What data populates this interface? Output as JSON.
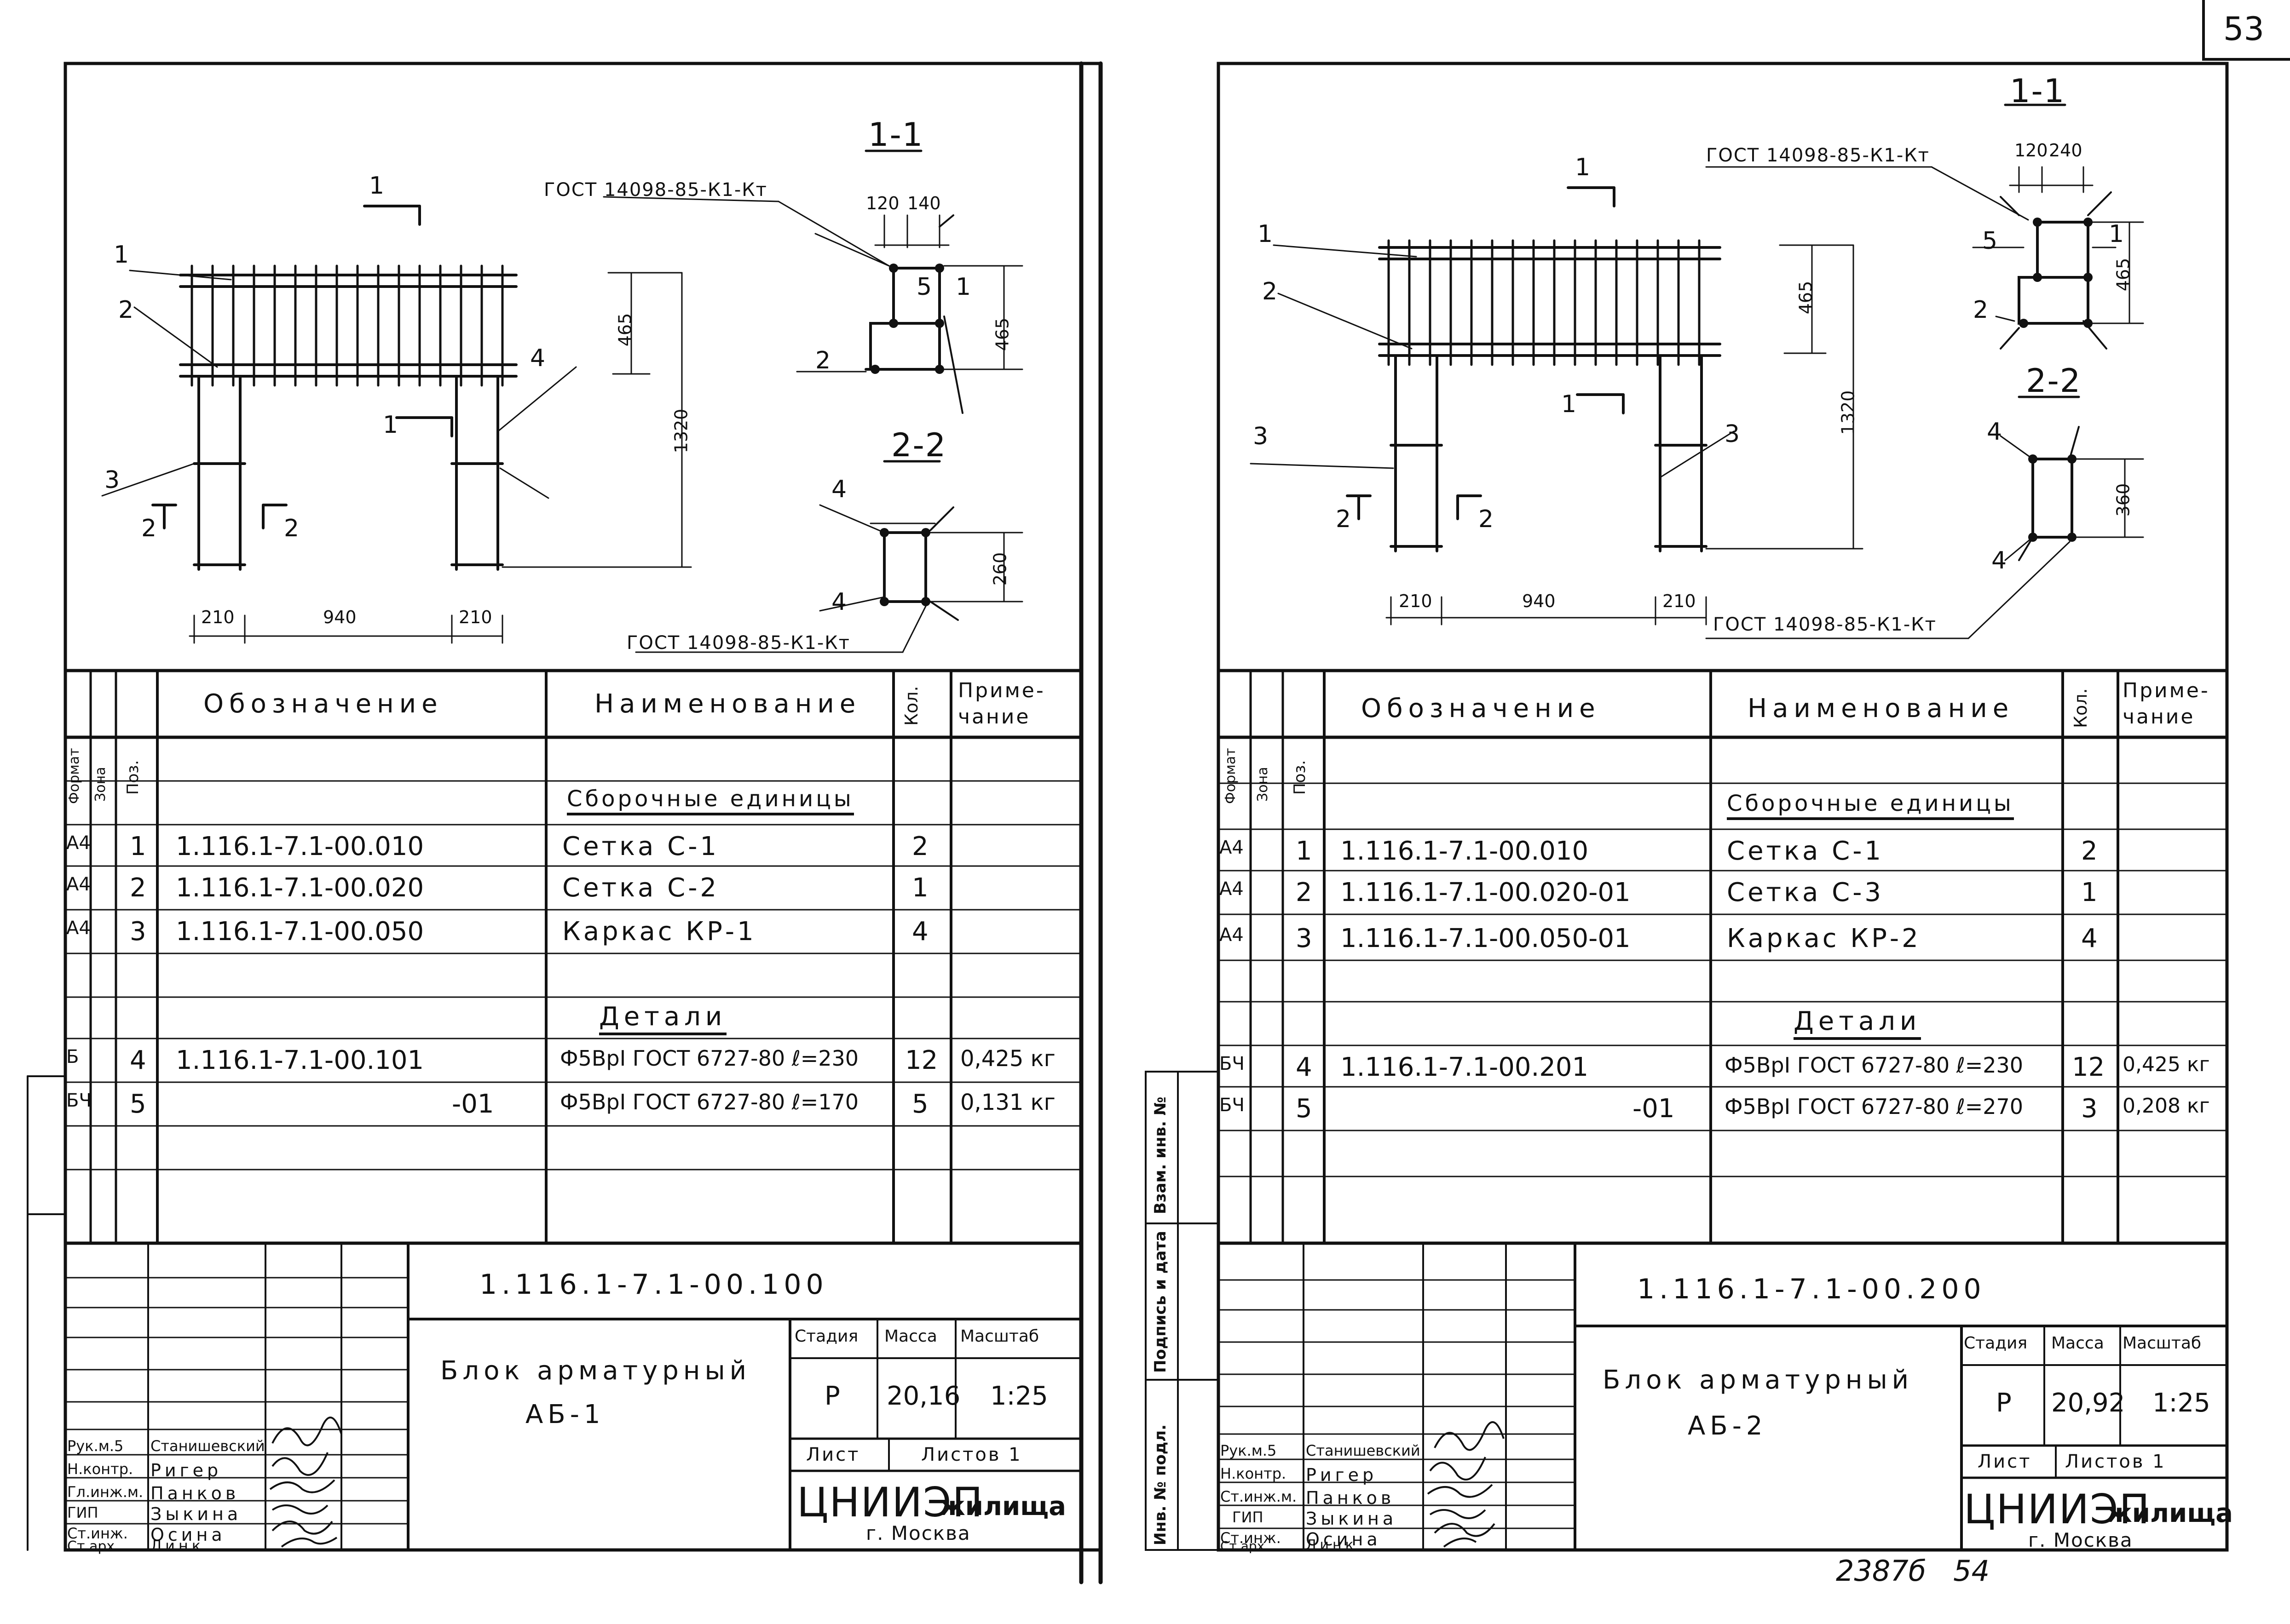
{
  "page_number": "53",
  "bottom_note": "2387б   54",
  "sheets": [
    {
      "drawing": {
        "section_a": "1-1",
        "section_b": "2-2",
        "gost_top": "ГОСТ 14098-85-К1-Кт",
        "gost_bottom": "ГОСТ 14098-85-К1-Кт",
        "dims": {
          "d120": "120",
          "d140": "140",
          "d465a": "465",
          "d465b": "465",
          "d1320": "1320",
          "d260": "260",
          "d210a": "210",
          "d940": "940",
          "d210b": "210"
        },
        "cut_labels": {
          "c1a": "1",
          "c1b": "1",
          "c2a": "2",
          "c2b": "2"
        },
        "pos_labels": [
          "1",
          "2",
          "3",
          "4",
          "5",
          "2",
          "1",
          "4",
          "4"
        ]
      },
      "headers": {
        "format": "Формат",
        "zone": "Зона",
        "pos": "Поз.",
        "designation": "Обозначение",
        "name": "Наименование",
        "qty": "Кол.",
        "note": "Приме-\nчание"
      },
      "section_assembly": "Сборочные единицы",
      "section_details": "Детали",
      "rows": [
        {
          "format": "А4",
          "pos": "1",
          "designation": "1.116.1-7.1-00.010",
          "name": "Сетка С-1",
          "qty": "2",
          "note": ""
        },
        {
          "format": "А4",
          "pos": "2",
          "designation": "1.116.1-7.1-00.020",
          "name": "Сетка С-2",
          "qty": "1",
          "note": ""
        },
        {
          "format": "А4",
          "pos": "3",
          "designation": "1.116.1-7.1-00.050",
          "name": "Каркас КР-1",
          "qty": "4",
          "note": ""
        },
        {
          "format": "Б",
          "pos": "4",
          "designation": "1.116.1-7.1-00.101",
          "name": "Ф5ВрI ГОСТ 6727-80 ℓ=230",
          "qty": "12",
          "note": "0,425 кг"
        },
        {
          "format": "БЧ",
          "pos": "5",
          "designation": "-01",
          "name": "Ф5ВрI ГОСТ 6727-80 ℓ=170",
          "qty": "5",
          "note": "0,131 кг"
        }
      ],
      "title_block": {
        "doc_number": "1.116.1-7.1-00.100",
        "title_line1": "Блок арматурный",
        "title_line2": "АБ-1",
        "stage_label": "Стадия",
        "mass_label": "Масса",
        "scale_label": "Масштаб",
        "stage": "Р",
        "mass": "20,16",
        "scale": "1:25",
        "sheet_label": "Лист",
        "sheets_label": "Листов 1",
        "org": "ЦНИИЭП",
        "org_suffix": "жилища",
        "city": "г. Москва",
        "staff": [
          {
            "role": "Рук.м.5",
            "name": "Станишевский"
          },
          {
            "role": "Н.контр.",
            "name": "Ригер"
          },
          {
            "role": "Гл.инж.м.",
            "name": "Панков"
          },
          {
            "role": "ГИП",
            "name": "Зыкина"
          },
          {
            "role": "Ст.инж.",
            "name": "Осина"
          },
          {
            "role": "Ст.арх.",
            "name": "Линк"
          }
        ]
      }
    },
    {
      "drawing": {
        "section_a": "1-1",
        "section_b": "2-2",
        "gost_top": "ГОСТ 14098-85-К1-Кт",
        "gost_bottom": "ГОСТ 14098-85-К1-Кт",
        "dims": {
          "d120": "120",
          "d140": "240",
          "d465a": "465",
          "d465b": "465",
          "d1320": "1320",
          "d260": "360",
          "d210a": "210",
          "d940": "940",
          "d210b": "210"
        },
        "cut_labels": {
          "c1a": "1",
          "c1b": "1",
          "c2a": "2",
          "c2b": "2"
        },
        "pos_labels": [
          "1",
          "2",
          "3",
          "3",
          "5",
          "2",
          "1",
          "4",
          "4"
        ]
      },
      "headers": {
        "format": "Формат",
        "zone": "Зона",
        "pos": "Поз.",
        "designation": "Обозначение",
        "name": "Наименование",
        "qty": "Кол.",
        "note": "Приме-\nчание"
      },
      "section_assembly": "Сборочные единицы",
      "section_details": "Детали",
      "rows": [
        {
          "format": "А4",
          "pos": "1",
          "designation": "1.116.1-7.1-00.010",
          "name": "Сетка С-1",
          "qty": "2",
          "note": ""
        },
        {
          "format": "А4",
          "pos": "2",
          "designation": "1.116.1-7.1-00.020-01",
          "name": "Сетка С-3",
          "qty": "1",
          "note": ""
        },
        {
          "format": "А4",
          "pos": "3",
          "designation": "1.116.1-7.1-00.050-01",
          "name": "Каркас КР-2",
          "qty": "4",
          "note": ""
        },
        {
          "format": "БЧ",
          "pos": "4",
          "designation": "1.116.1-7.1-00.201",
          "name": "Ф5ВрI ГОСТ 6727-80 ℓ=230",
          "qty": "12",
          "note": "0,425 кг"
        },
        {
          "format": "БЧ",
          "pos": "5",
          "designation": "-01",
          "name": "Ф5ВрI ГОСТ 6727-80 ℓ=270",
          "qty": "3",
          "note": "0,208 кг"
        }
      ],
      "title_block": {
        "doc_number": "1.116.1-7.1-00.200",
        "title_line1": "Блок арматурный",
        "title_line2": "АБ-2",
        "stage_label": "Стадия",
        "mass_label": "Масса",
        "scale_label": "Масштаб",
        "stage": "Р",
        "mass": "20,92",
        "scale": "1:25",
        "sheet_label": "Лист",
        "sheets_label": "Листов 1",
        "org": "ЦНИИЭП",
        "org_suffix": "жилища",
        "city": "г. Москва",
        "staff": [
          {
            "role": "Рук.м.5",
            "name": "Станишевский"
          },
          {
            "role": "Н.контр.",
            "name": "Ригер"
          },
          {
            "role": "Ст.инж.м.",
            "name": "Панков"
          },
          {
            "role": "ГИП",
            "name": "Зыкина"
          },
          {
            "role": "Ст.инж.",
            "name": "Осина"
          },
          {
            "role": "Ст.арх.",
            "name": "Линк"
          }
        ]
      }
    }
  ],
  "side_stamp": {
    "swap": "Взам. инв. №",
    "sign_date": "Подпись и дата",
    "inv": "Инв. № подл."
  }
}
